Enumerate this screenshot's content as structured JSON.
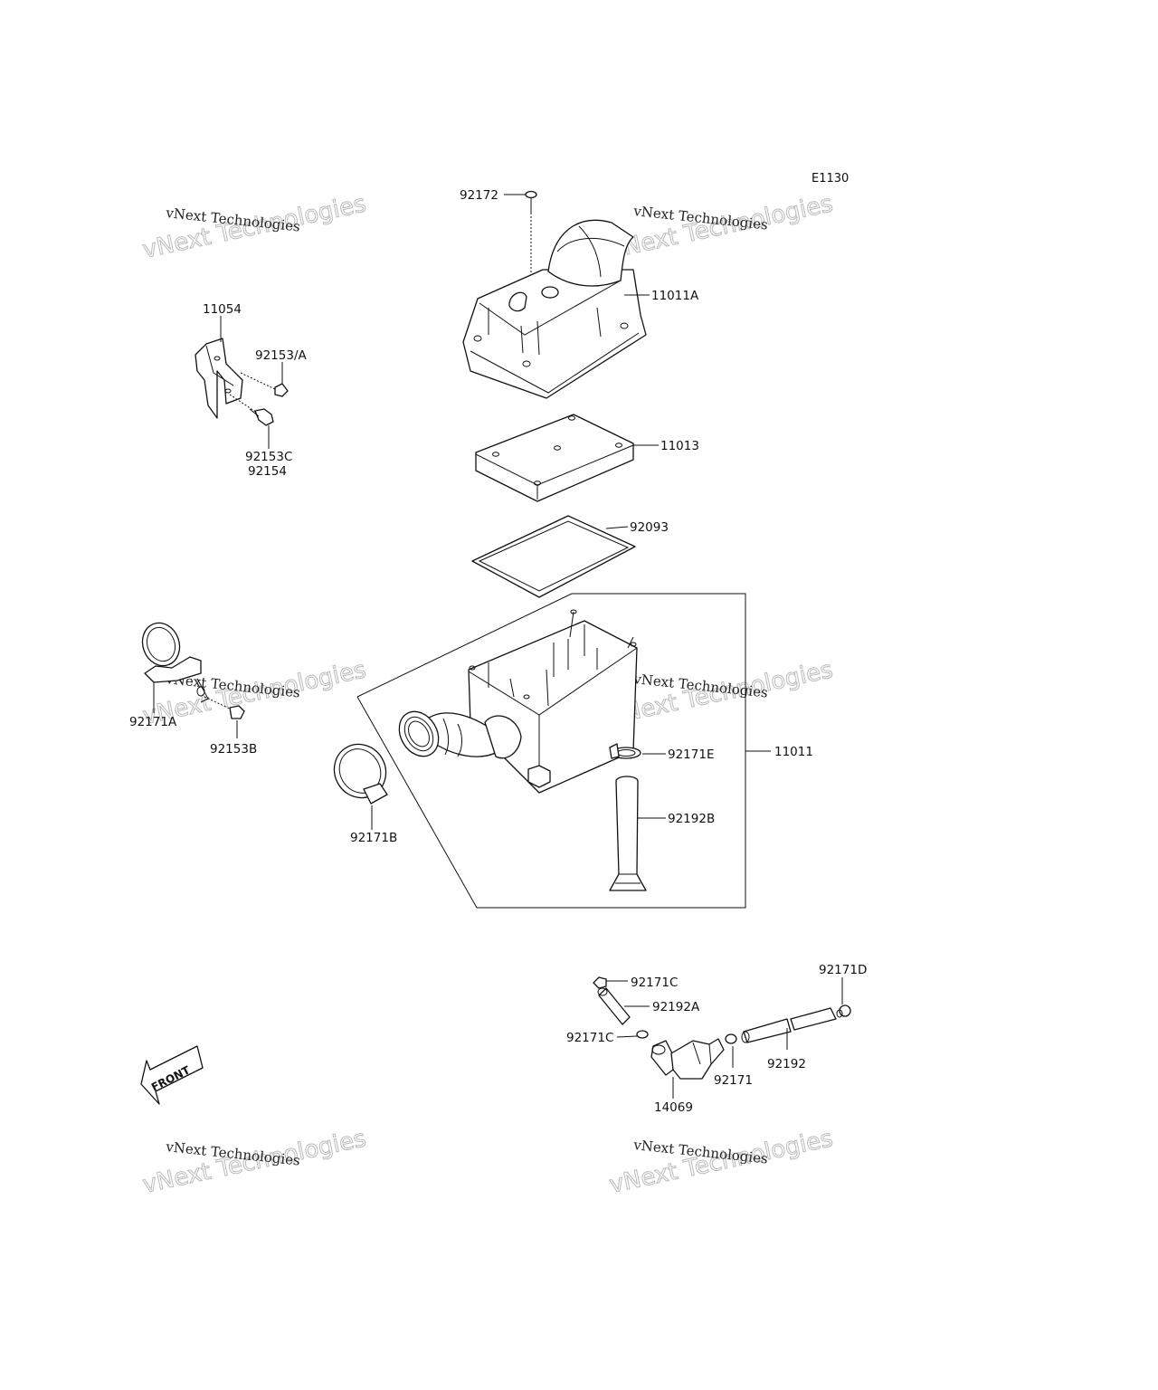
{
  "diagram_code": "E1130",
  "front_label": "FRONT",
  "watermark": {
    "small": "vNext Technologies",
    "big": "vNext Technologies"
  },
  "parts": {
    "p92172": "92172",
    "p11011A": "11011A",
    "p11054": "11054",
    "p92153A": "92153/A",
    "p92153C": "92153C",
    "p92154": "92154",
    "p11013": "11013",
    "p92093": "92093",
    "p92171A": "92171A",
    "p92153B": "92153B",
    "p92171B": "92171B",
    "p92171E": "92171E",
    "p11011": "11011",
    "p92192B": "92192B",
    "p92171C_top": "92171C",
    "p92192A": "92192A",
    "p92171C_bottom": "92171C",
    "p92171D": "92171D",
    "p14069": "14069",
    "p92171": "92171",
    "p92192": "92192"
  }
}
